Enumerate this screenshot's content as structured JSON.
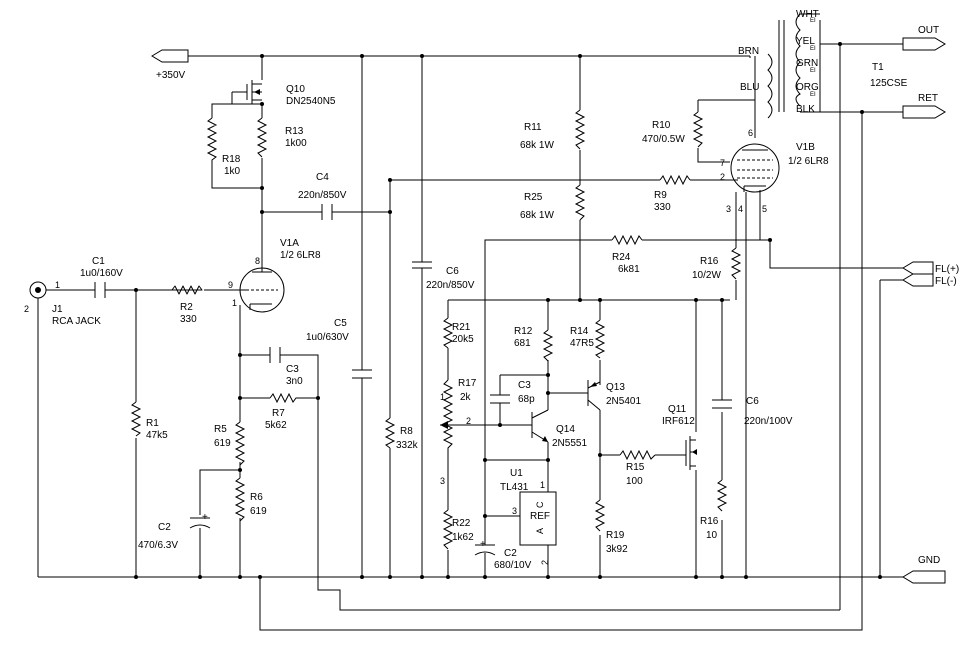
{
  "nets": {
    "supply": "+350V",
    "out": "OUT",
    "ret": "RET",
    "fl_plus": "FL(+)",
    "fl_minus": "FL(-)",
    "gnd": "GND"
  },
  "components": [
    {
      "id": "Q10",
      "ref": "Q10",
      "value": "DN2540N5"
    },
    {
      "id": "R13",
      "ref": "R13",
      "value": "1k00"
    },
    {
      "id": "R18",
      "ref": "R18",
      "value": "1k0"
    },
    {
      "id": "C4",
      "ref": "C4",
      "value": "220n/850V"
    },
    {
      "id": "V1A",
      "ref": "V1A",
      "value": "1/2 6LR8"
    },
    {
      "id": "C1",
      "ref": "C1",
      "value": "1u0/160V"
    },
    {
      "id": "R2",
      "ref": "R2",
      "value": "330"
    },
    {
      "id": "J1",
      "ref": "J1",
      "value": "RCA JACK"
    },
    {
      "id": "R1",
      "ref": "R1",
      "value": "47k5"
    },
    {
      "id": "C3a",
      "ref": "C3",
      "value": "3n0"
    },
    {
      "id": "R7",
      "ref": "R7",
      "value": "5k62"
    },
    {
      "id": "R5",
      "ref": "R5",
      "value": "619"
    },
    {
      "id": "R6",
      "ref": "R6",
      "value": "619"
    },
    {
      "id": "C2a",
      "ref": "C2",
      "value": "470/6.3V"
    },
    {
      "id": "C5",
      "ref": "C5",
      "value": "1u0/630V"
    },
    {
      "id": "R8",
      "ref": "R8",
      "value": "332k"
    },
    {
      "id": "C6a",
      "ref": "C6",
      "value": "220n/850V"
    },
    {
      "id": "R11",
      "ref": "R11",
      "value": "68k 1W"
    },
    {
      "id": "R25",
      "ref": "R25",
      "value": "68k 1W"
    },
    {
      "id": "R10",
      "ref": "R10",
      "value": "470/0.5W"
    },
    {
      "id": "R9",
      "ref": "R9",
      "value": "330"
    },
    {
      "id": "V1B",
      "ref": "V1B",
      "value": "1/2 6LR8"
    },
    {
      "id": "T1",
      "ref": "T1",
      "value": "125CSE"
    },
    {
      "id": "R24",
      "ref": "R24",
      "value": "6k81"
    },
    {
      "id": "R16a",
      "ref": "R16",
      "value": "10/2W"
    },
    {
      "id": "R21",
      "ref": "R21",
      "value": "20k5"
    },
    {
      "id": "R17",
      "ref": "R17",
      "value": "2k"
    },
    {
      "id": "R22",
      "ref": "R22",
      "value": "1k62"
    },
    {
      "id": "R12",
      "ref": "R12",
      "value": "681"
    },
    {
      "id": "C3b",
      "ref": "C3",
      "value": "68p"
    },
    {
      "id": "Q14",
      "ref": "Q14",
      "value": "2N5551"
    },
    {
      "id": "R14",
      "ref": "R14",
      "value": "47R5"
    },
    {
      "id": "Q13",
      "ref": "Q13",
      "value": "2N5401"
    },
    {
      "id": "U1",
      "ref": "U1",
      "value": "TL431"
    },
    {
      "id": "C2b",
      "ref": "C2",
      "value": "680/10V"
    },
    {
      "id": "R15",
      "ref": "R15",
      "value": "100"
    },
    {
      "id": "R19",
      "ref": "R19",
      "value": "3k92"
    },
    {
      "id": "Q11",
      "ref": "Q11",
      "value": "IRF612"
    },
    {
      "id": "C6b",
      "ref": "C6",
      "value": "220n/100V"
    },
    {
      "id": "R16b",
      "ref": "R16",
      "value": "10"
    }
  ],
  "transformer_taps": [
    "WHT",
    "YEL",
    "GRN",
    "ORG",
    "BLK"
  ],
  "transformer_primary_taps": [
    "BRN",
    "BLU"
  ],
  "tap_note": "EI",
  "u1_pins": {
    "ref": "REF",
    "a": "A",
    "c": "C"
  },
  "pin_numbers": {
    "j1_1": "1",
    "j1_2": "2",
    "v1a_8": "8",
    "v1a_9": "9",
    "v1a_1": "1",
    "v1b_6": "6",
    "v1b_7": "7",
    "v1b_2": "2",
    "v1b_3": "3",
    "v1b_4": "4",
    "v1b_5": "5",
    "r17_1": "1",
    "r17_2": "2",
    "r17_3": "3",
    "u1_1": "1",
    "u1_2": "2",
    "u1_3": "3"
  }
}
